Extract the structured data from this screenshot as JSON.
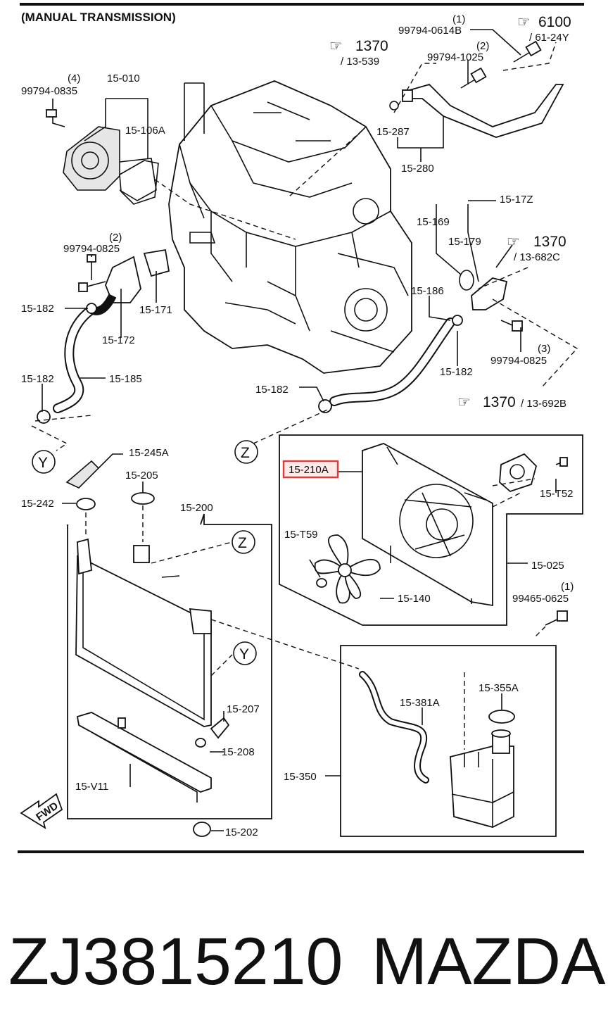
{
  "header": {
    "title": "(MANUAL TRANSMISSION)"
  },
  "refs": {
    "r6100": {
      "num": "6100",
      "sub": "/ 61-24Y"
    },
    "r1370a": {
      "num": "1370",
      "sub": "/ 13-539"
    },
    "r1370b": {
      "num": "1370",
      "sub": "/ 13-682C"
    },
    "r1370c": {
      "num": "1370",
      "sub": "/ 13-692B"
    }
  },
  "callouts": {
    "c1": "(1)",
    "c2": "(2)",
    "c3": "(4)",
    "c4": "(2)",
    "c5": "(3)",
    "c6": "(1)",
    "p99794_0614B": "99794-0614B",
    "p99794_1025": "99794-1025",
    "p99794_0835": "99794-0835",
    "p15_010": "15-010",
    "p15_106A": "15-106A",
    "p15_287": "15-287",
    "p15_280": "15-280",
    "p15_17Z": "15-17Z",
    "p15_169": "15-169",
    "p15_179": "15-179",
    "p99794_0825a": "99794-0825",
    "p15_182a": "15-182",
    "p15_171": "15-171",
    "p15_172": "15-172",
    "p15_186": "15-186",
    "p15_182b": "15-182",
    "p99794_0825b": "99794-0825",
    "p15_182c": "15-182",
    "p15_185": "15-185",
    "p15_182d": "15-182",
    "markY1": "Y",
    "markZ1": "Z",
    "p15_245A": "15-245A",
    "p15_205": "15-205",
    "p15_242": "15-242",
    "p15_200": "15-200",
    "p15_210A": "15-210A",
    "p15_T52": "15-T52",
    "p15_T59": "15-T59",
    "p15_025": "15-025",
    "p15_140": "15-140",
    "p99465_0625": "99465-0625",
    "markZ2": "Z",
    "markY2": "Y",
    "p15_207": "15-207",
    "p15_208": "15-208",
    "p15_V11": "15-V11",
    "p15_202": "15-202",
    "p15_381A": "15-381A",
    "p15_355A": "15-355A",
    "p15_350": "15-350",
    "fwd": "FWD"
  },
  "footer": {
    "part_number": "ZJ3815210",
    "brand": "MAZDA"
  },
  "colors": {
    "highlight": "#e03a3a"
  }
}
